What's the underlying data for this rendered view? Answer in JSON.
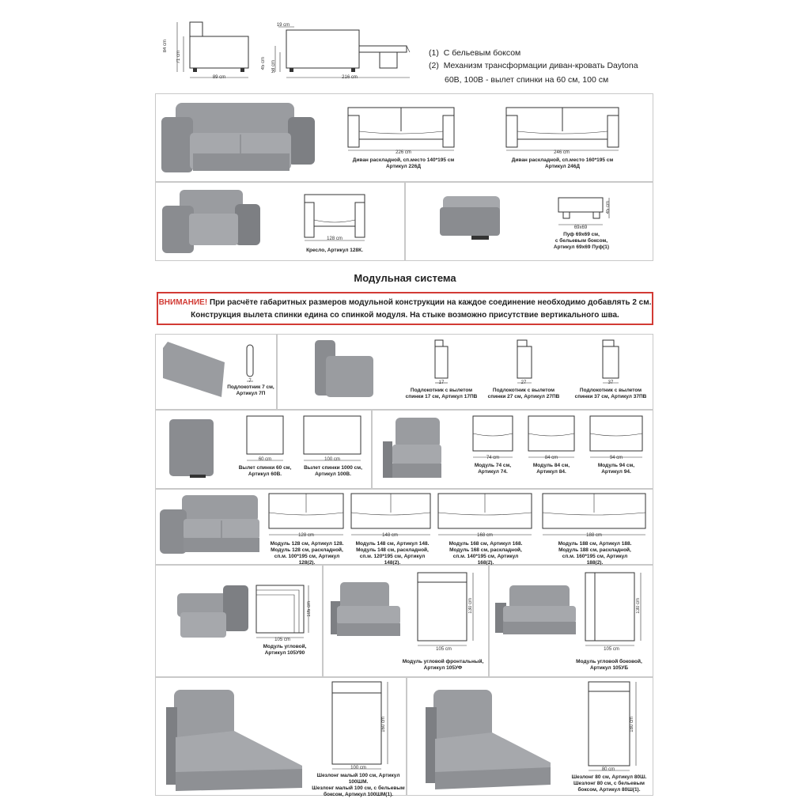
{
  "top": {
    "dims": {
      "height_a": "84 cm",
      "height_b": "71 cm",
      "width_side": "89 cm",
      "back_19": "19 cm",
      "h45": "45 cm",
      "h58": "58 cm",
      "len216": "216 cm"
    },
    "notes": [
      {
        "num": "(1)",
        "text": "С бельевым боксом"
      },
      {
        "num": "(2)",
        "text": "Механизм  трансформации диван-кровать Daytona"
      },
      {
        "num": "",
        "text": "60B, 100B - вылет спинки на 60 см, 100 см"
      }
    ]
  },
  "sofas": {
    "s226": {
      "dim": "226 cm",
      "line1": "Диван раскладной, сп.место 140*195 см",
      "line2": "Артикул 226Д"
    },
    "s246": {
      "dim": "246 cm",
      "line1": "Диван раскладной, сп.место 160*195 см",
      "line2": "Артикул 246Д"
    },
    "armchair": {
      "dim": "128 cm",
      "line1": "Кресло, Артикул 128К."
    },
    "pouf": {
      "dim_w": "69x69",
      "dim_h": "45 cm",
      "line1": "Пуф 69x69 см,",
      "line2": "с бельевым боксом,",
      "line3": "Артикул 69x69 Пуф(1)"
    }
  },
  "section_title": "Модульная система",
  "warning": {
    "label": "ВНИМАНИЕ!",
    "line1": " При расчёте габаритных размеров модульной конструкции на каждое соединение необходимо добавлять 2 см.",
    "line2": "Конструкция вылета спинки едина со спинкой модуля. На стыке возможно присутствие вертикального шва."
  },
  "row1": {
    "armrest7": {
      "dim": "7",
      "line1": "Подлокотник 7 см,",
      "line2": "Артикул 7П"
    },
    "pv17": {
      "dim": "17",
      "line1": "Подлокотник с вылетом",
      "line2": "спинки 17 см, Артикул 17ПВ"
    },
    "pv27": {
      "dim": "27",
      "line1": "Подлокотник с вылетом",
      "line2": "спинки 27 см, Артикул 27ПВ"
    },
    "pv37": {
      "dim": "37",
      "line1": "Подлокотник с вылетом",
      "line2": "спинки 37 см, Артикул 37ПВ"
    }
  },
  "row2": {
    "b60": {
      "dim": "60 cm",
      "line1": "Вылет спинки 60 см,",
      "line2": "Артикул 60В."
    },
    "b100": {
      "dim": "100 cm",
      "line1": "Вылет спинки 1000 см,",
      "line2": "Артикул 100В."
    },
    "m74": {
      "dim": "74 cm",
      "line1": "Модуль 74 см,",
      "line2": "Артикул 74."
    },
    "m84": {
      "dim": "84 cm",
      "line1": "Модуль 84 см,",
      "line2": "Артикул 84."
    },
    "m94": {
      "dim": "94 cm",
      "line1": "Модуль 94 см,",
      "line2": "Артикул 94."
    }
  },
  "row3": {
    "m128": {
      "dim": "128 cm",
      "line1": "Модуль  128  см,  Артикул  128.",
      "line2": "Модуль  128  см,  раскладной,",
      "line3": "сп.м. 100*195 см, Артикул 128(2)."
    },
    "m148": {
      "dim": "148 cm",
      "line1": "Модуль  148  см,  Артикул  148.",
      "line2": "Модуль  148  см,  раскладной,",
      "line3": "сп.м. 120*195 см, Артикул 148(2)."
    },
    "m168": {
      "dim": "168 cm",
      "line1": "Модуль  168  см,  Артикул  168.",
      "line2": "Модуль  168  см,  раскладной,",
      "line3": "сп.м. 140*195 см, Артикул 168(2)."
    },
    "m188": {
      "dim": "188 cm",
      "line1": "Модуль  188  см,  Артикул  188.",
      "line2": "Модуль  188  см,  раскладной,",
      "line3": "сп.м. 160*195 см, Артикул 188(2)."
    }
  },
  "row4": {
    "corner": {
      "dim_w": "105 cm",
      "dim_h": "105 cm",
      "line1": "Модуль угловой,",
      "line2": "Артикул 105У90"
    },
    "front": {
      "dim_w": "105 cm",
      "dim_h": "130 cm",
      "line1": "Модуль угловой фронтальный,",
      "line2": "Артикул 105УФ"
    },
    "side": {
      "dim_w": "105 cm",
      "dim_h": "130 cm",
      "line1": "Модуль угловой боковой,",
      "line2": "Артикул 105УБ"
    }
  },
  "row5": {
    "ch100": {
      "dim_w": "100 cm",
      "dim_h": "160 cm",
      "line1": "Шезлонг малый 100 см, Артикул 100ШМ.",
      "line2": "Шезлонг малый 100 см, с бельевым",
      "line3": "боксом, Артикул 100ШМ(1)."
    },
    "ch80": {
      "dim_w": "80 cm",
      "dim_h": "180 cm",
      "line1": "Шезлонг 80 см, Артикул 80Ш.",
      "line2": "Шезлонг 80 см, с бельевым",
      "line3": "боксом, Артикул 80Ш(1)."
    }
  },
  "colors": {
    "sofa": "#8e9094",
    "sofa_light": "#a9abaf",
    "sofa_dark": "#6d6f73",
    "warning": "#d23b35"
  }
}
